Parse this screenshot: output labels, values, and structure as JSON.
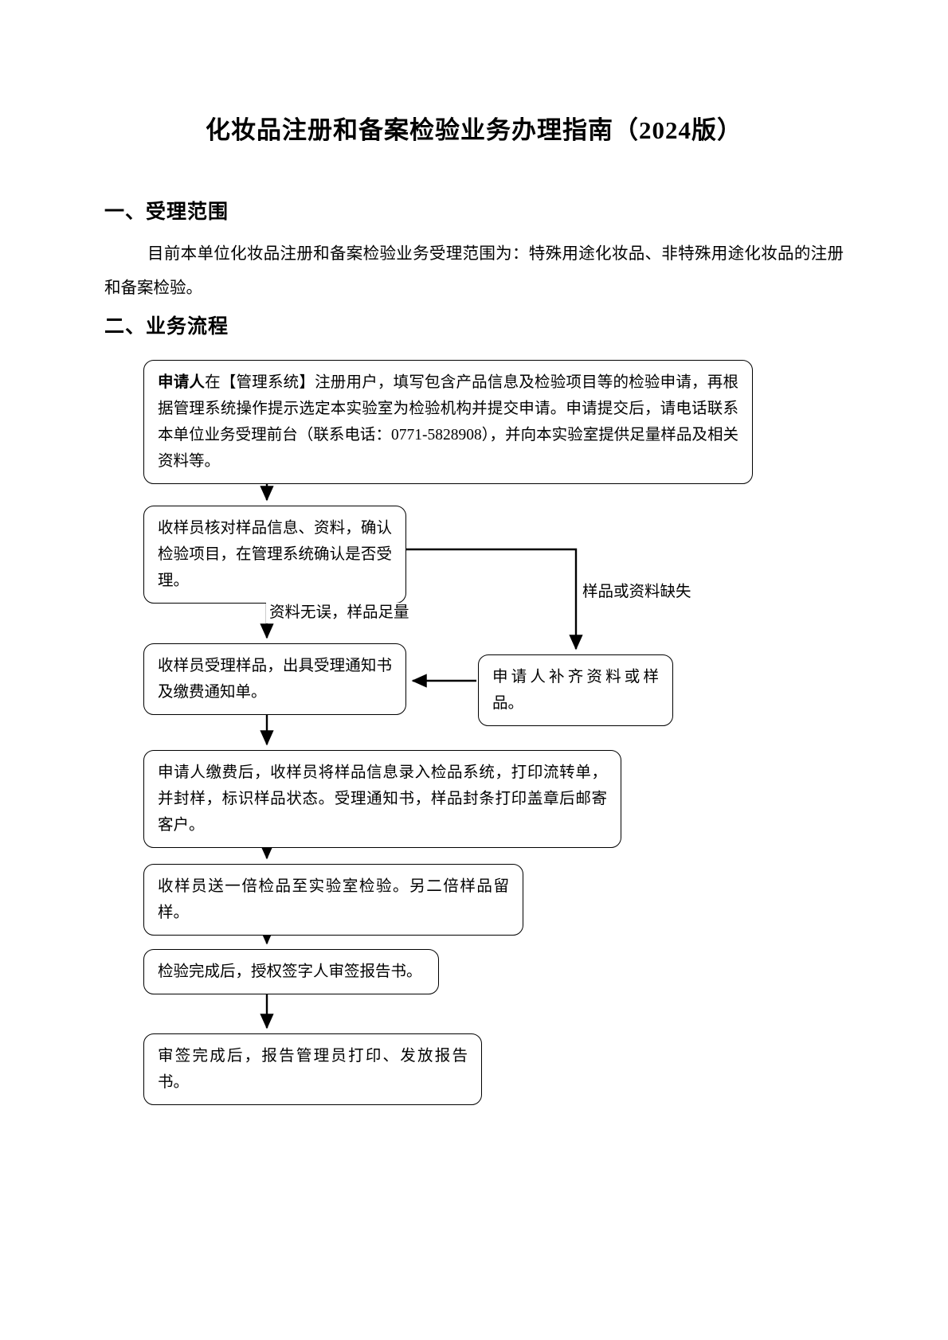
{
  "document": {
    "title": "化妆品注册和备案检验业务办理指南（2024版）",
    "sections": [
      {
        "heading": "一、受理范围",
        "paragraph": "目前本单位化妆品注册和备案检验业务受理范围为：特殊用途化妆品、非特殊用途化妆品的注册和备案检验。"
      },
      {
        "heading": "二、业务流程"
      }
    ]
  },
  "flowchart": {
    "contact_phone": "0771-5828908",
    "nodes": [
      {
        "id": "node-1",
        "bold_lead": "申请人",
        "text": "在【管理系统】注册用户，填写包含产品信息及检验项目等的检验申请，再根据管理系统操作提示选定本实验室为检验机构并提交申请。申请提交后，请电话联系本单位业务受理前台（联系电话：0771-5828908），并向本实验室提供足量样品及相关资料等。"
      },
      {
        "id": "node-2",
        "text": "收样员核对样品信息、资料，确认检验项目，在管理系统确认是否受理。"
      },
      {
        "id": "node-3",
        "text": "收样员受理样品，出具受理通知书及缴费通知单。"
      },
      {
        "id": "node-4",
        "text": "申请人补齐资料或样品。"
      },
      {
        "id": "node-5",
        "text": "申请人缴费后，收样员将样品信息录入检品系统，打印流转单，并封样，标识样品状态。受理通知书，样品封条打印盖章后邮寄客户。"
      },
      {
        "id": "node-6",
        "text": "收样员送一倍检品至实验室检验。另二倍样品留样。"
      },
      {
        "id": "node-7",
        "text": "检验完成后，授权签字人审签报告书。"
      },
      {
        "id": "node-8",
        "text": "审签完成后，报告管理员打印、发放报告书。"
      }
    ],
    "edge_labels": {
      "accept": "资料无误，样品足量",
      "reject": "样品或资料缺失"
    }
  }
}
